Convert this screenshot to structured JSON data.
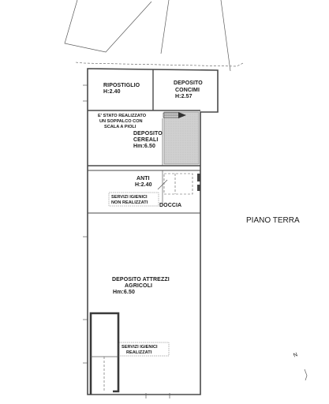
{
  "sheet_title": "PIANO TERRA",
  "north_label": "N",
  "rooms": {
    "ripostiglio": {
      "name": "RIPOSTIGLIO",
      "height": "H:2.40"
    },
    "deposito_concimi": {
      "name": "DEPOSITO",
      "name2": "CONCIMI",
      "height": "H:2.57"
    },
    "deposito_cereali": {
      "name": "DEPOSITO",
      "name2": "CEREALI",
      "height": "Hm:6.50"
    },
    "anti": {
      "name": "ANTI",
      "height": "H:2.40"
    },
    "doccia": {
      "name": "DOCCIA"
    },
    "deposito_attrezzi": {
      "name": "DEPOSITO ATTREZZI",
      "name2": "AGRICOLI",
      "height": "Hm:6.50"
    }
  },
  "notes": {
    "soppalco": [
      "E' STATO REALIZZATO",
      "UN SOPPALCO CON",
      "SCALA A PIOLI"
    ],
    "servizi_non": [
      "SERVIZI IGIENICI",
      "NON REALIZZATI"
    ],
    "servizi_realizzati": [
      "SERVIZI IGIENICI",
      "REALIZZATI"
    ]
  },
  "colors": {
    "wall": "#4a4a4a",
    "hatch": "#c8c8c8",
    "dark_wall": "#3a3a3a"
  }
}
